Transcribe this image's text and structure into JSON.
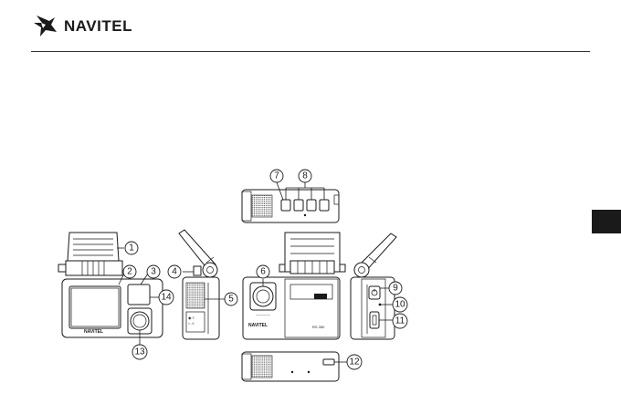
{
  "header": {
    "brand_name": "NAVITEL"
  },
  "callouts": [
    "1",
    "2",
    "3",
    "4",
    "5",
    "6",
    "7",
    "8",
    "9",
    "10",
    "11",
    "12",
    "13",
    "14"
  ],
  "device": {
    "front_logo": "NAVITEL",
    "rear_logo": "NAVITEL",
    "rear_model": "RS 260"
  },
  "colors": {
    "ink": "#1a1a1a",
    "background": "#ffffff",
    "tab": "#1a1a1a"
  },
  "icons": [
    "navitel-logo-icon",
    "power-icon",
    "usb-port-icon"
  ]
}
